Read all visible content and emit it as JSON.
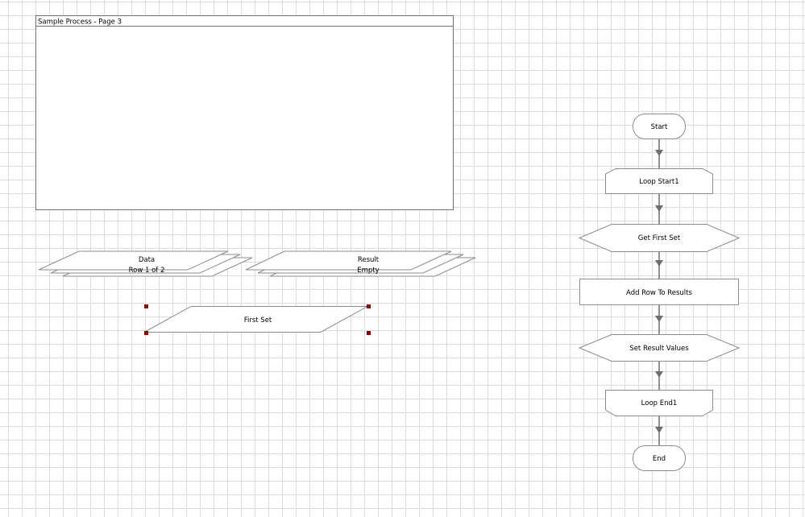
{
  "note": {
    "title": "Sample Process - Page 3"
  },
  "collections": [
    {
      "name": "Data",
      "status": "Row 1 of 2"
    },
    {
      "name": "Result",
      "status": "Empty"
    }
  ],
  "selected_stage": {
    "label": "First Set"
  },
  "flow": {
    "start": "Start",
    "loop_start": "Loop Start1",
    "get_first_set": "Get First Set",
    "add_row": "Add Row To Results",
    "set_result_values": "Set Result Values",
    "loop_end": "Loop End1",
    "end": "End"
  },
  "colors": {
    "handle": "#8b0000",
    "link": "#6e6e6e",
    "border": "#8c8c8c"
  }
}
